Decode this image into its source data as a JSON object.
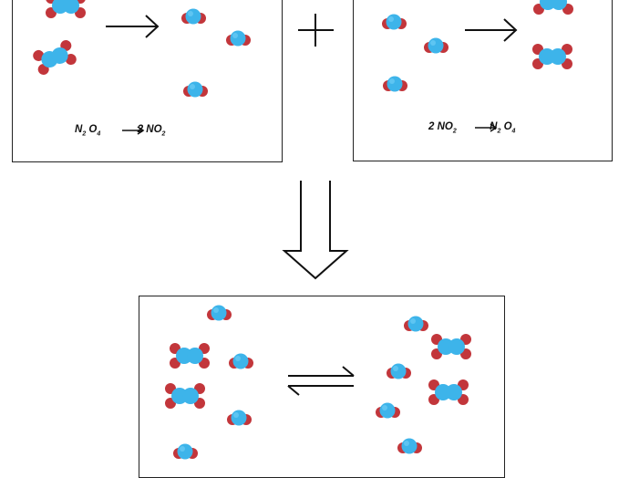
{
  "left_panel": {
    "equation": {
      "reactant_prefix": "N",
      "reactant_sub1": "2",
      "reactant_mid": "O",
      "reactant_sub2": "4",
      "product_prefix": "2 NO",
      "product_sub": "2"
    }
  },
  "right_panel": {
    "equation": {
      "reactant_prefix": "2 NO",
      "reactant_sub": "2",
      "product_prefix": "N",
      "product_sub1": "2",
      "product_mid": "O",
      "product_sub2": "4"
    }
  },
  "colors": {
    "nitrogen": "#3db4ea",
    "oxygen": "#c2363b",
    "ink": "#111111"
  }
}
